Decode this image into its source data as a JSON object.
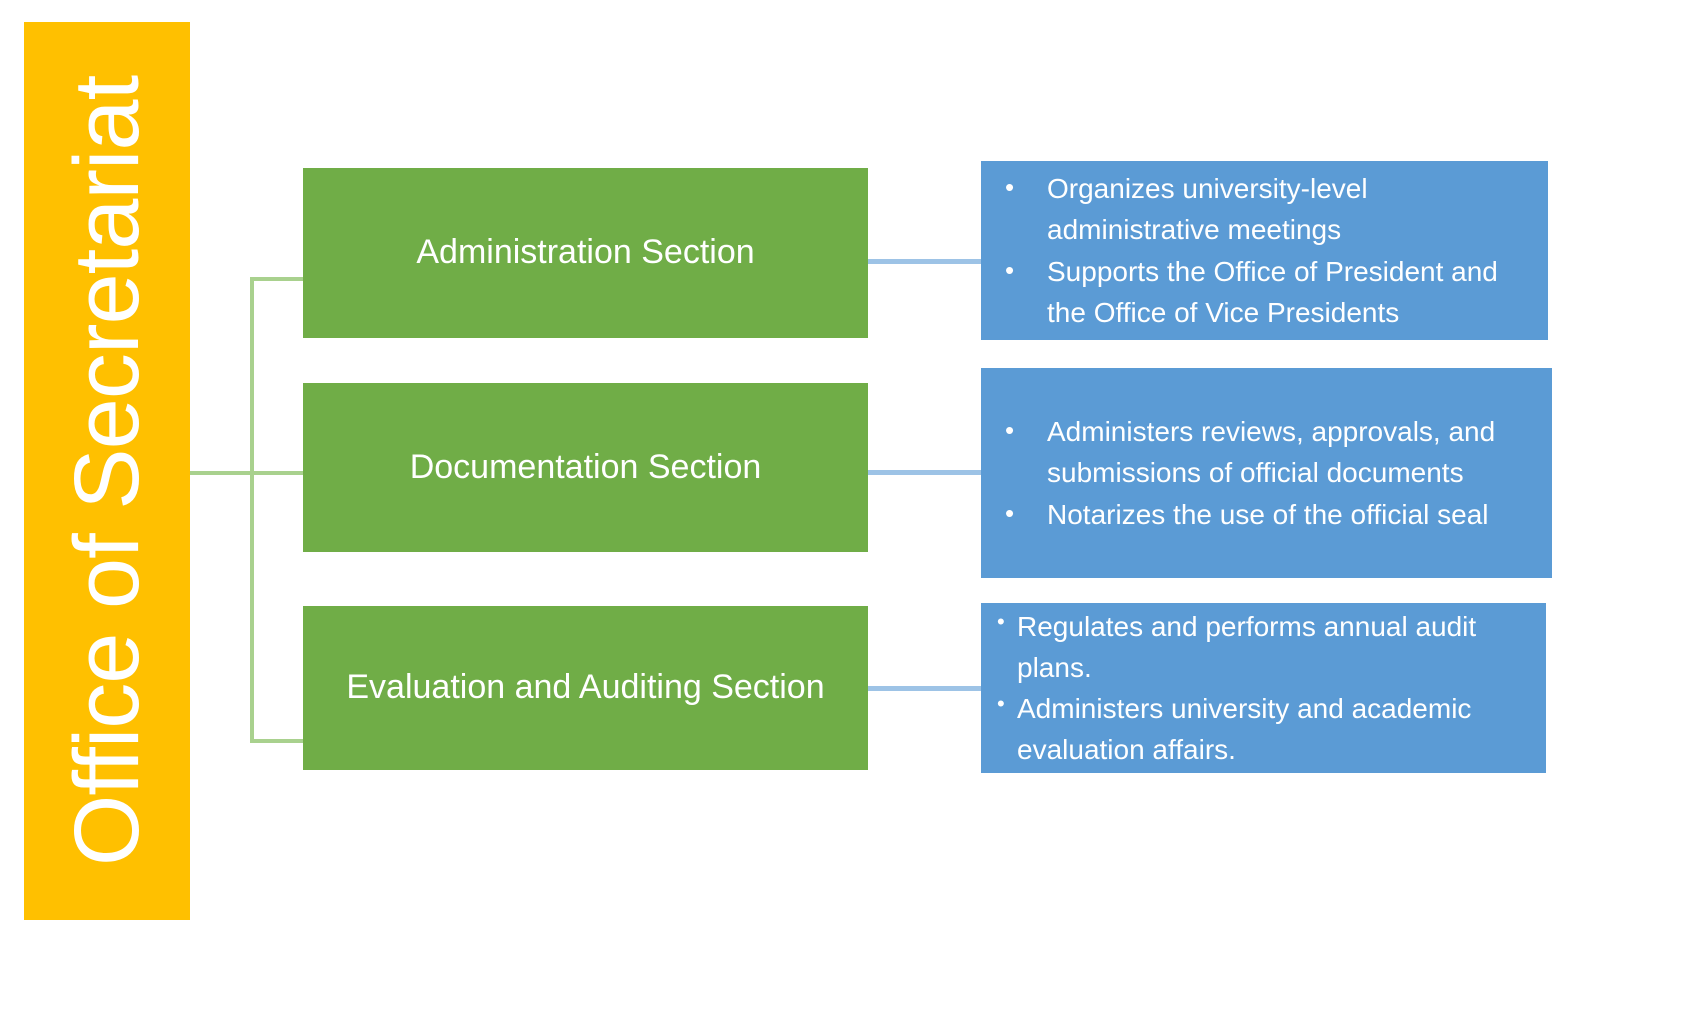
{
  "banner": {
    "title": "Office of Secretariat",
    "color": "#FFC000",
    "text_color": "#FFFFFF",
    "orientation": "vertical-rotated-ccw"
  },
  "colors": {
    "banner_orange": "#FFC000",
    "section_green": "#70AD47",
    "description_blue": "#5B9BD5",
    "connector_green": "#A9D18E",
    "connector_blue": "#9DC3E6",
    "background": "#FFFFFF",
    "text_white": "#FFFFFF"
  },
  "sections": [
    {
      "id": "administration",
      "label": "Administration Section",
      "bullets": [
        "Organizes university-level administrative meetings",
        "Supports the Office of President and the Office of Vice Presidents"
      ]
    },
    {
      "id": "documentation",
      "label": "Documentation Section",
      "bullets": [
        "Administers reviews, approvals, and submissions of official documents",
        "Notarizes the use of the official seal"
      ]
    },
    {
      "id": "evaluation-auditing",
      "label": "Evaluation and Auditing Section",
      "bullets": [
        "Regulates and performs annual audit plans.",
        "Administers university and academic evaluation affairs."
      ]
    }
  ]
}
